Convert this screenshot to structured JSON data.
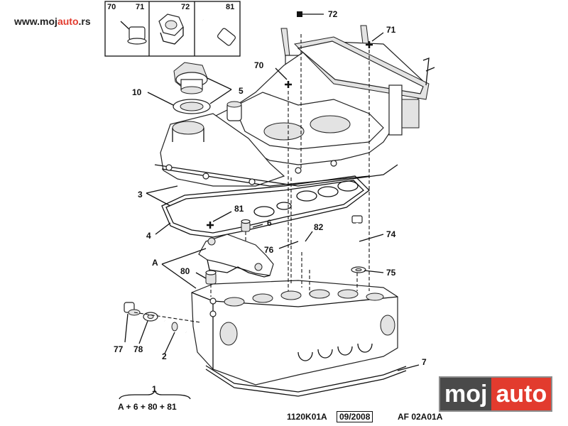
{
  "watermark_url": {
    "prefix": "www.moj",
    "accent": "auto",
    "suffix": ".rs"
  },
  "header_boxes": [
    {
      "labels": [
        "70",
        "71"
      ]
    },
    {
      "labels": [
        "72"
      ]
    },
    {
      "labels": [
        "81"
      ]
    }
  ],
  "callouts": {
    "c72": "72",
    "c71": "71",
    "c70": "70",
    "c10": "10",
    "c5": "5",
    "c3": "3",
    "c4": "4",
    "c81": "81",
    "c6": "6",
    "c82": "82",
    "c74": "74",
    "c76": "76",
    "c75": "75",
    "cA": "A",
    "c80": "80",
    "c77": "77",
    "c78": "78",
    "c2": "2",
    "c7": "7"
  },
  "formula": {
    "number": "1",
    "expression": "A + 6 + 80 + 81"
  },
  "codes": {
    "ref": "1120K01A",
    "date": "09/2008",
    "af": "AF 02A01A"
  },
  "logo": {
    "part1": "moj",
    "part2": "auto"
  }
}
